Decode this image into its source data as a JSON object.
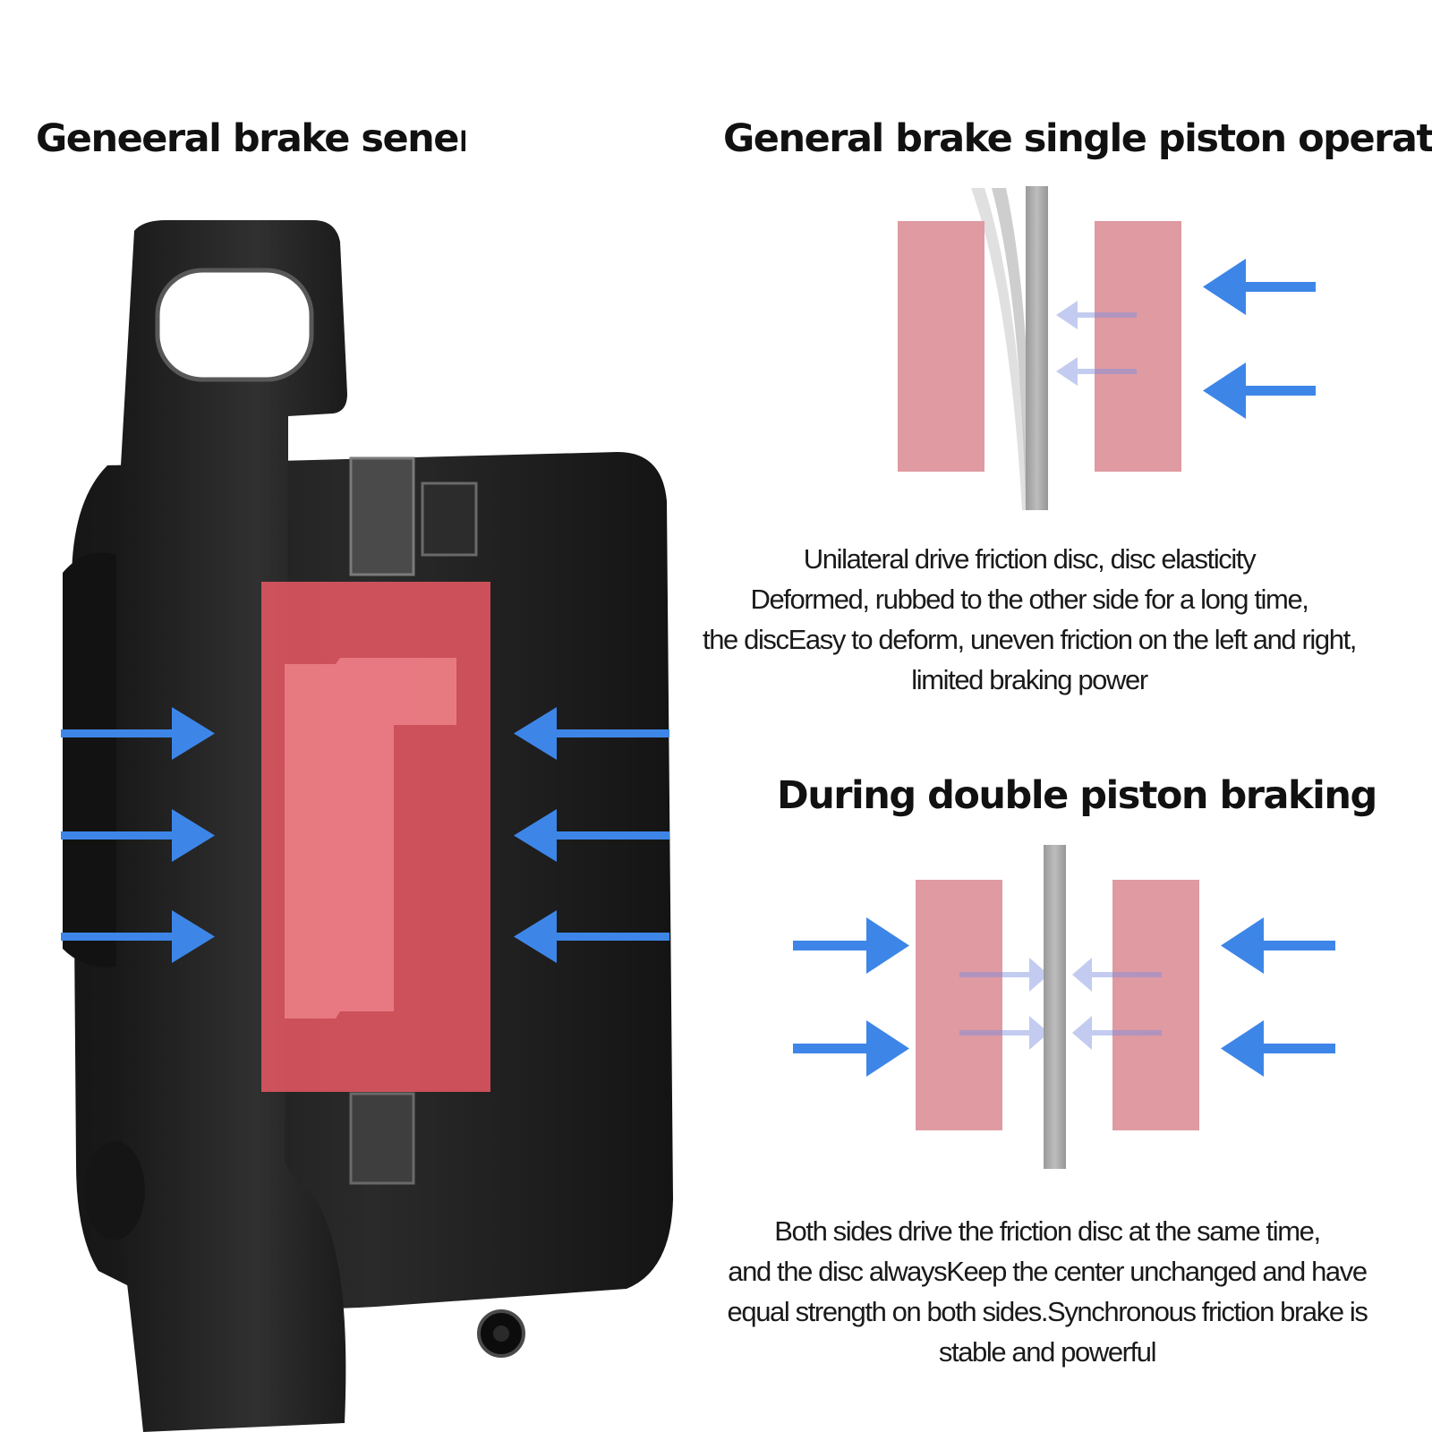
{
  "left_panel": {
    "title": "Geneeral brake seneral"
  },
  "single_piston": {
    "title": "General brake single piston operation",
    "caption_lines": [
      "Unilateral drive friction disc, disc elasticity",
      "Deformed, rubbed to the other side for a long time,",
      "the discEasy to deform, uneven friction on the left and right,",
      "limited braking power"
    ]
  },
  "double_piston": {
    "title": "During double piston braking",
    "caption_lines": [
      "Both sides drive the friction disc at the same time,",
      "and the disc alwaysKeep the center unchanged and have",
      "equal strength on both sides.Synchronous friction brake is",
      "stable and powerful"
    ]
  },
  "colors": {
    "arrow_blue": "#3d86e8",
    "pad_pink": "#df9aa2",
    "highlight_red": "#f05a66",
    "caliper_black": "#1f1f1f",
    "disc_gray": "#a8a8a8"
  }
}
